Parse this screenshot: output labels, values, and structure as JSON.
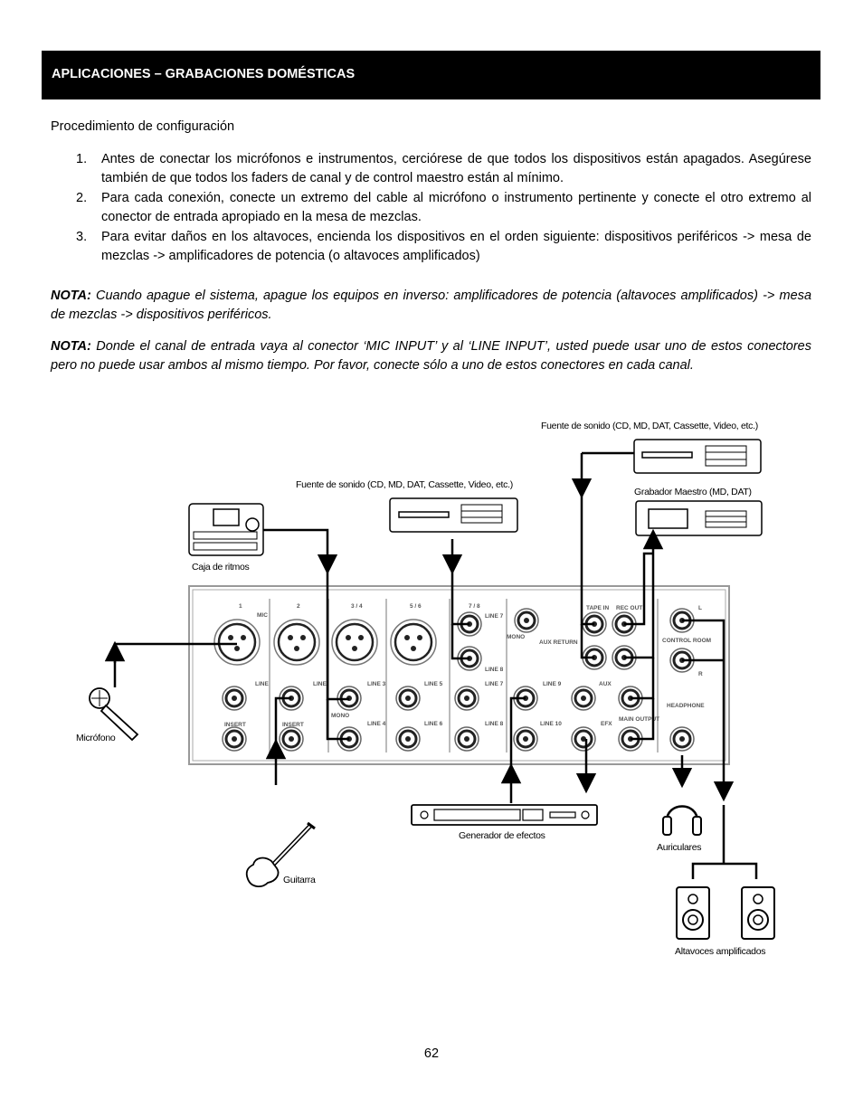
{
  "header": {
    "title": "APLICACIONES – GRABACIONES DOMÉSTICAS"
  },
  "intro": "Procedimiento de configuración",
  "steps": [
    {
      "num": "1.",
      "text": "Antes de conectar los micrófonos e instrumentos, cerciórese de que todos los dispositivos están apagados. Asegúrese también de que todos los faders de canal y de control maestro están al mínimo."
    },
    {
      "num": "2.",
      "text": "Para cada conexión, conecte un extremo del cable al micrófono o instrumento pertinente y conecte el otro extremo al conector de entrada apropiado en la mesa de mezclas."
    },
    {
      "num": "3.",
      "text": "Para evitar daños en los altavoces, encienda los dispositivos en el orden siguiente: dispositivos periféricos -> mesa de mezclas -> amplificadores de potencia (o altavoces amplificados)"
    }
  ],
  "notes": [
    {
      "label": "NOTA:",
      "text": "Cuando apague el sistema, apague los equipos en inverso: amplificadores de potencia (altavoces amplificados) -> mesa de mezclas -> dispositivos periféricos."
    },
    {
      "label": "NOTA:",
      "text": "Donde el canal de entrada vaya al conector ‘MIC INPUT’ y al ‘LINE INPUT’, usted puede usar uno de estos conectores pero no puede usar ambos al mismo tiempo. Por favor, conecte sólo a uno de estos conectores en cada canal."
    }
  ],
  "diagram": {
    "labels": {
      "source_top": "Fuente de sonido (CD, MD, DAT, Cassette, Video, etc.)",
      "source_mid": "Fuente de sonido (CD, MD, DAT, Cassette, Video, etc.)",
      "master_recorder": "Grabador Maestro (MD, DAT)",
      "drum_machine": "Caja de ritmos",
      "microphone": "Micrófono",
      "guitar": "Guitarra",
      "effects": "Generador de efectos",
      "headphones": "Auriculares",
      "speakers": "Altavoces amplificados"
    },
    "panel": {
      "ch1": "1",
      "ch2": "2",
      "ch34": "3 / 4",
      "ch56": "5 / 6",
      "ch78": "7 / 8",
      "mic": "MIC",
      "line": "LINE",
      "insert": "INSERT",
      "mono": "MONO",
      "line3": "LINE 3",
      "line4": "LINE 4",
      "line5": "LINE 5",
      "line6": "LINE 6",
      "line7": "LINE 7",
      "line8": "LINE 8",
      "line9": "LINE 9",
      "line10": "LINE 10",
      "tape_in": "TAPE IN",
      "rec_out": "REC OUT",
      "aux_return": "AUX RETURN",
      "aux": "AUX",
      "efx": "EFX",
      "main_output": "MAIN OUTPUT",
      "control_room": "CONTROL ROOM",
      "headphone": "HEADPHONE",
      "l": "L",
      "r": "R"
    }
  },
  "page_number": "62"
}
